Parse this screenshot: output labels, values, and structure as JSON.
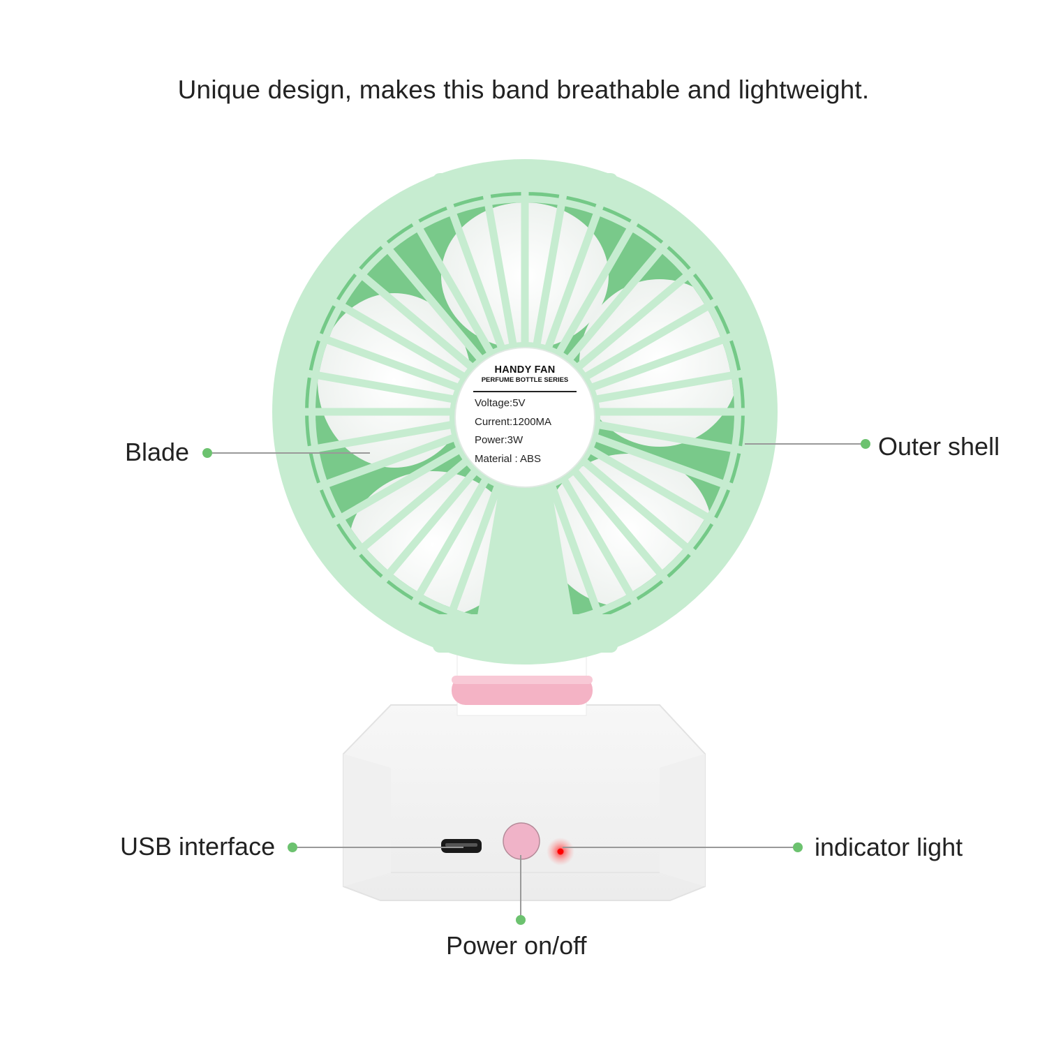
{
  "headline": "Unique design, makes this band breathable and lightweight.",
  "product": {
    "name": "HANDY FAN",
    "series": "PERFUME BOTTLE SERIES",
    "specs": [
      "Voltage:5V",
      "Current:1200MA",
      "Power:3W",
      "Material : ABS"
    ]
  },
  "callouts": {
    "blade": "Blade",
    "outer_shell": "Outer shell",
    "usb_interface": "USB interface",
    "indicator_light": "indicator light",
    "power_button": "Power on/off"
  },
  "colors": {
    "accent_dot": "#6cc26f",
    "fan_green_light": "#c6ecd0",
    "fan_green_dark": "#6fc27e",
    "pink_ring": "#f5b6c8",
    "indicator_red": "#ff1a1a",
    "text": "#222222"
  }
}
